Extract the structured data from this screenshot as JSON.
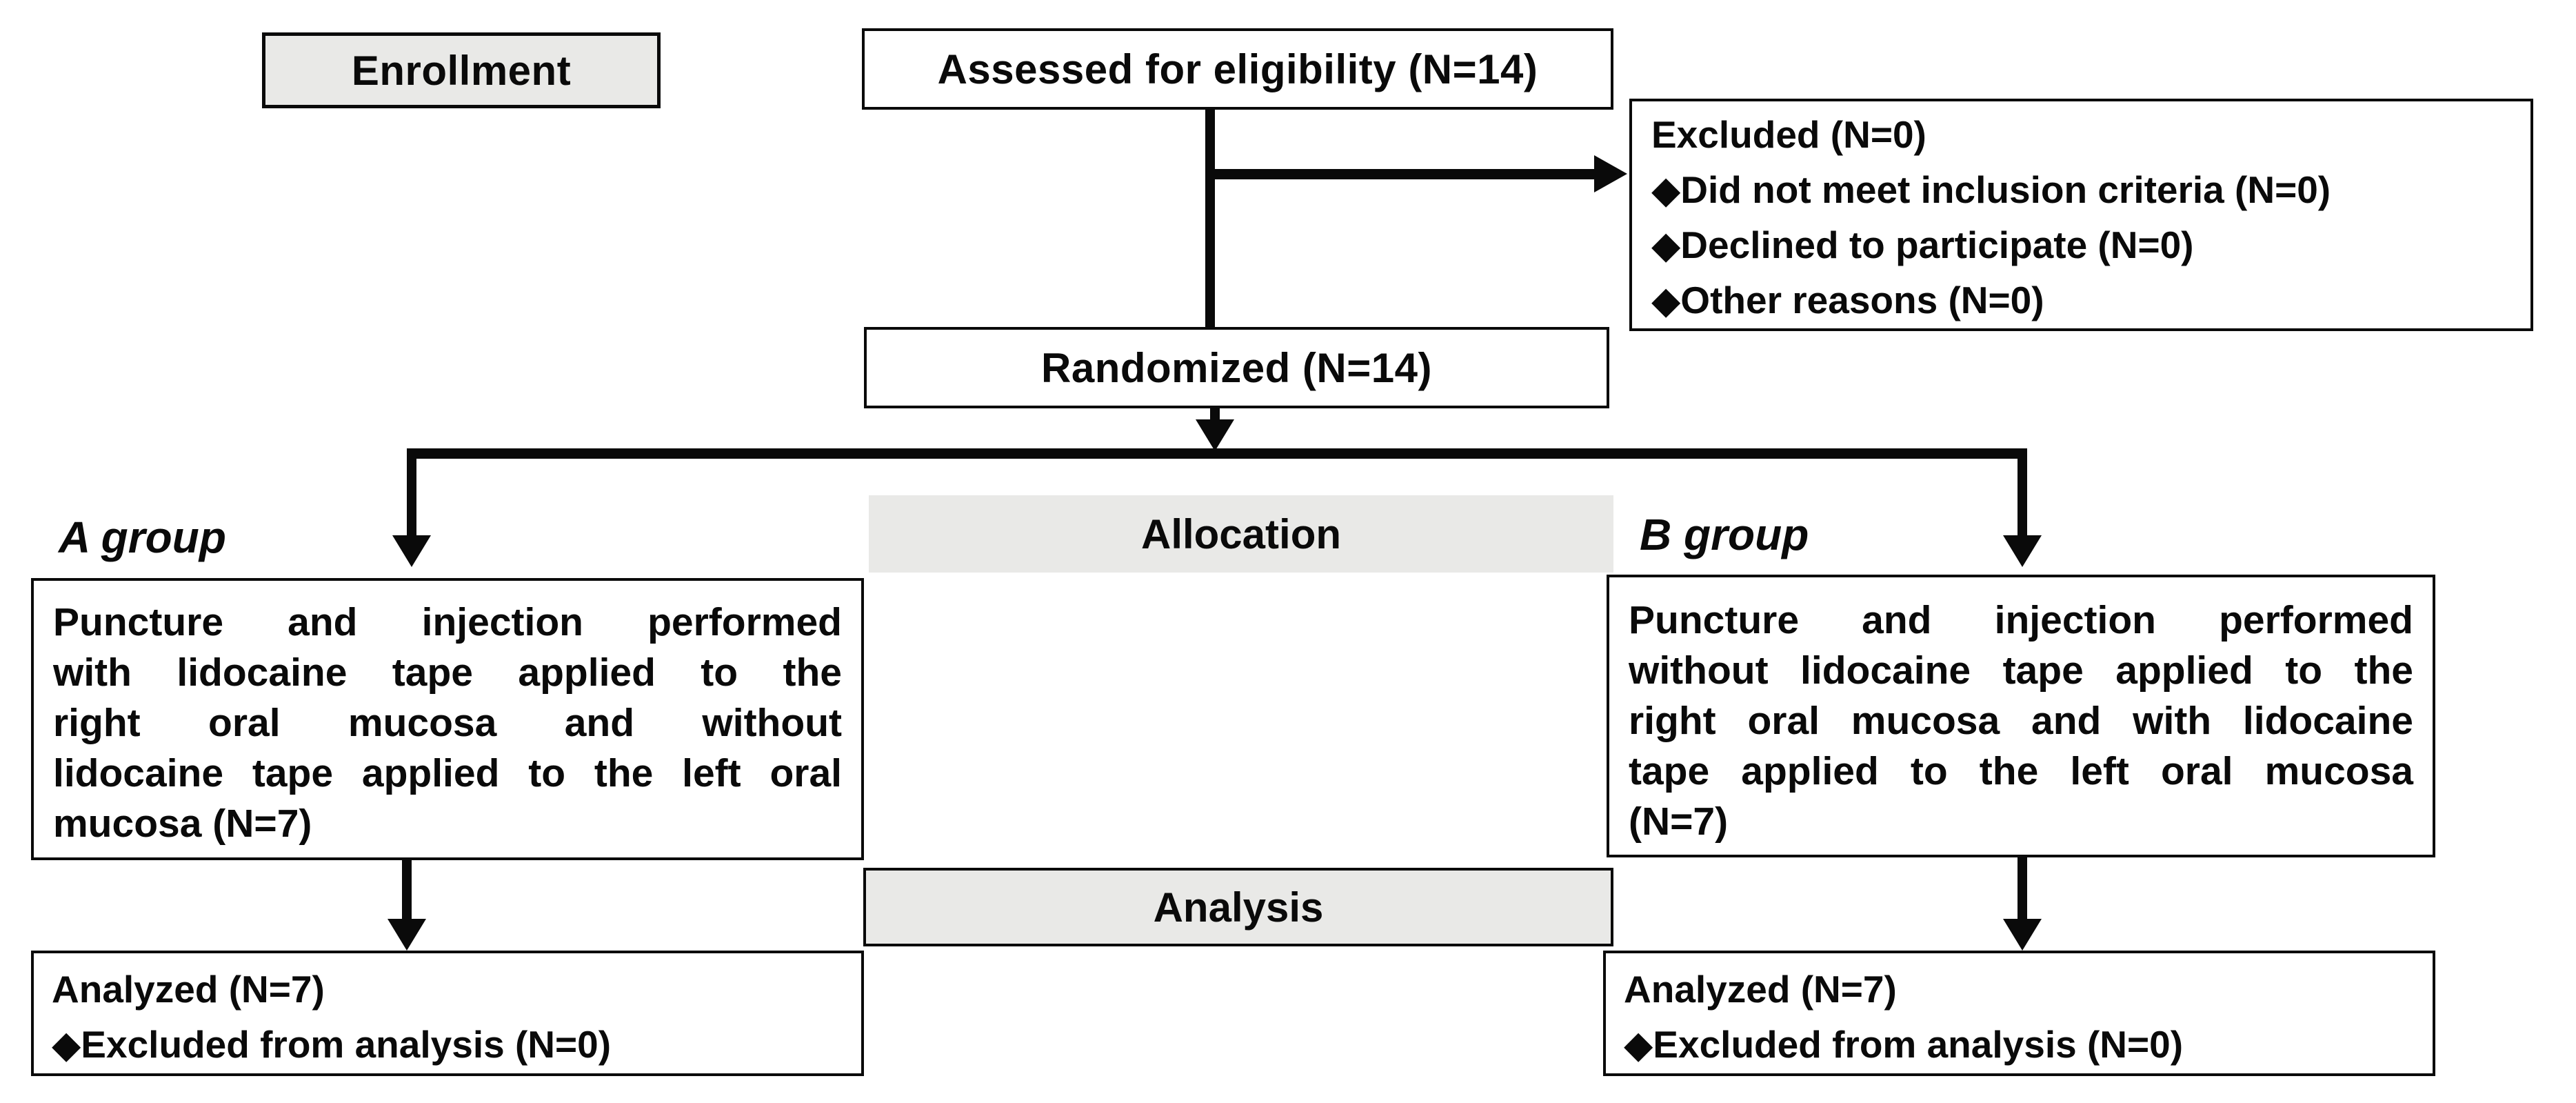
{
  "diagram": {
    "title_semantic": "CONSORT participant flow diagram",
    "stages": {
      "enrollment_label": "Enrollment",
      "allocation_label": "Allocation",
      "analysis_label": "Analysis"
    },
    "boxes": {
      "assessed": {
        "text": "Assessed for eligibility (N=14)"
      },
      "excluded": {
        "title": "Excluded (N=0)",
        "items": [
          "◆Did not meet inclusion criteria (N=0)",
          "◆Declined to participate (N=0)",
          "◆Other reasons (N=0)"
        ]
      },
      "randomized": {
        "text": "Randomized (N=14)"
      },
      "group_a": {
        "label": "A group",
        "lines": [
          "Puncture and injection performed",
          "with lidocaine tape applied to the",
          "right oral mucosa and without",
          "lidocaine tape applied to the left oral",
          "mucosa (N=7)"
        ]
      },
      "group_b": {
        "label": "B group",
        "lines": [
          "Puncture and injection performed",
          "without lidocaine tape applied to the",
          "right oral mucosa and with lidocaine",
          "tape applied to the left oral mucosa",
          "(N=7)"
        ]
      },
      "analyzed_a": {
        "title": "Analyzed (N=7)",
        "items": [
          "◆Excluded from analysis (N=0)"
        ]
      },
      "analyzed_b": {
        "title": "Analyzed (N=7)",
        "items": [
          "◆Excluded from analysis (N=0)"
        ]
      }
    },
    "colors": {
      "background": "#ffffff",
      "box_fill": "#ffffff",
      "stage_fill": "#e9e9e7",
      "border": "#0a0a0a",
      "arrow": "#0a0a0a",
      "text": "#0a0a0a"
    }
  }
}
